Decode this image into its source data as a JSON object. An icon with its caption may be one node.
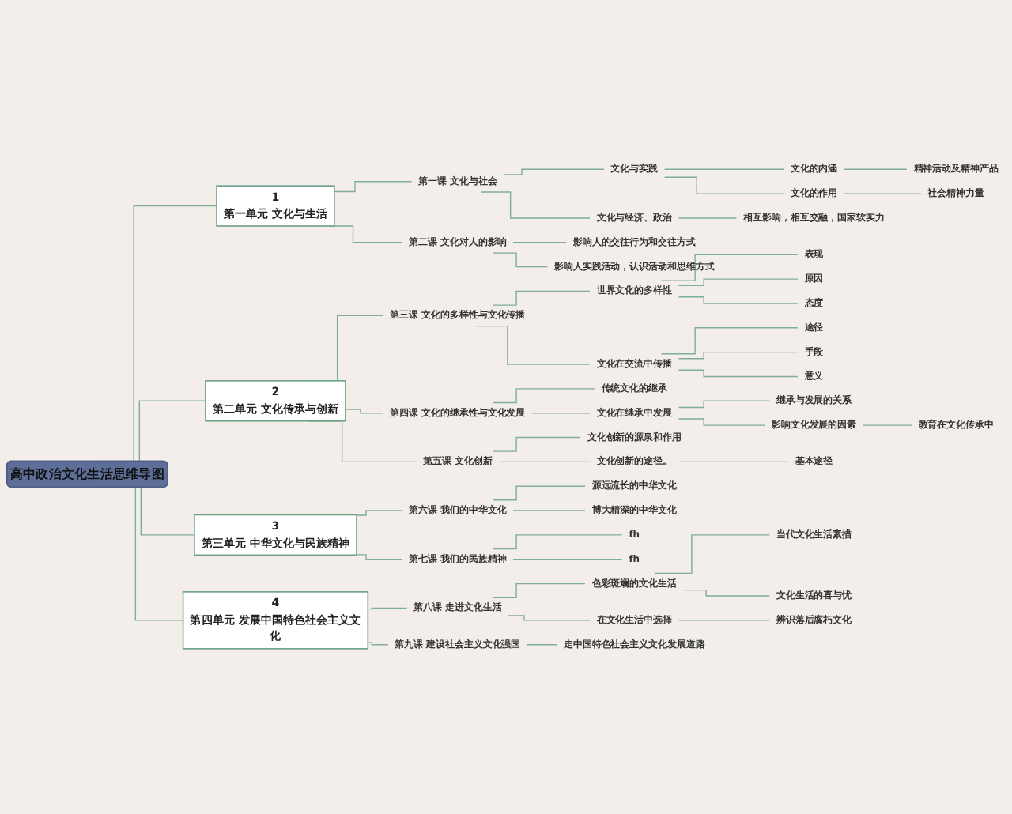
{
  "diagram": {
    "nodes": [
      {
        "text": [
          "高中政治文化生活思维导图"
        ]
      },
      {
        "text": [
          "1",
          "第一单元 文化与生活"
        ]
      },
      {
        "text": [
          "第一课 文化与社会"
        ]
      },
      {
        "text": [
          "文化与实践"
        ]
      },
      {
        "text": [
          "文化的内涵"
        ]
      },
      {
        "text": [
          "精神活动及精神产品"
        ]
      },
      {
        "text": [
          "文化的作用"
        ]
      },
      {
        "text": [
          "社会精神力量"
        ]
      },
      {
        "text": [
          "文化与经济、政治"
        ]
      },
      {
        "text": [
          "相互影响，相互交融，国家软实力"
        ]
      },
      {
        "text": [
          "第二课 文化对人的影响"
        ]
      },
      {
        "text": [
          "影响人的交往行为和交往方式"
        ]
      },
      {
        "text": [
          "影响人实践活动，认识活动和思维方式"
        ]
      },
      {
        "text": [
          "2",
          "第二单元 文化传承与创新"
        ]
      },
      {
        "text": [
          "第三课 文化的多样性与文化传播"
        ]
      },
      {
        "text": [
          "世界文化的多样性"
        ]
      },
      {
        "text": [
          "表现"
        ]
      },
      {
        "text": [
          "原因"
        ]
      },
      {
        "text": [
          "态度"
        ]
      },
      {
        "text": [
          "文化在交流中传播"
        ]
      },
      {
        "text": [
          "途径"
        ]
      },
      {
        "text": [
          "手段"
        ]
      },
      {
        "text": [
          "意义"
        ]
      },
      {
        "text": [
          "第四课 文化的继承性与文化发展"
        ]
      },
      {
        "text": [
          "传统文化的继承"
        ]
      },
      {
        "text": [
          "文化在继承中发展"
        ]
      },
      {
        "text": [
          "继承与发展的关系"
        ]
      },
      {
        "text": [
          "影响文化发展的因素"
        ]
      },
      {
        "text": [
          "教育在文化传承中"
        ]
      },
      {
        "text": [
          "第五课 文化创新"
        ]
      },
      {
        "text": [
          "文化创新的源泉和作用"
        ]
      },
      {
        "text": [
          "文化创新的途径。"
        ]
      },
      {
        "text": [
          "基本途径"
        ]
      },
      {
        "text": [
          "3",
          "第三单元 中华文化与民族精神"
        ]
      },
      {
        "text": [
          "第六课 我们的中华文化"
        ]
      },
      {
        "text": [
          "源远流长的中华文化"
        ]
      },
      {
        "text": [
          "博大精深的中华文化"
        ]
      },
      {
        "text": [
          "第七课 我们的民族精神"
        ]
      },
      {
        "text": [
          "fh"
        ]
      },
      {
        "text": [
          "fh"
        ]
      },
      {
        "text": [
          "4",
          "第四单元 发展中国特色社会主义文化"
        ]
      },
      {
        "text": [
          "第八课 走进文化生活"
        ]
      },
      {
        "text": [
          "色彩斑斓的文化生活"
        ]
      },
      {
        "text": [
          "当代文化生活素描"
        ]
      },
      {
        "text": [
          "文化生活的喜与忧"
        ]
      },
      {
        "text": [
          "在文化生活中选择"
        ]
      },
      {
        "text": [
          "辨识落后腐朽文化"
        ]
      },
      {
        "text": [
          "第九课 建设社会主义文化强国"
        ]
      },
      {
        "text": [
          "走中国特色社会主义文化发展道路"
        ]
      }
    ],
    "edges": [
      {
        "from": 0,
        "to": 1,
        "arrow": "none"
      },
      {
        "from": 1,
        "to": 2,
        "arrow": "none"
      },
      {
        "from": 2,
        "to": 3,
        "arrow": "none"
      },
      {
        "from": 3,
        "to": 4,
        "arrow": "none"
      },
      {
        "from": 4,
        "to": 5,
        "arrow": "none"
      },
      {
        "from": 3,
        "to": 6,
        "arrow": "none"
      },
      {
        "from": 6,
        "to": 7,
        "arrow": "none"
      },
      {
        "from": 2,
        "to": 8,
        "arrow": "none"
      },
      {
        "from": 8,
        "to": 9,
        "arrow": "none"
      },
      {
        "from": 1,
        "to": 10,
        "arrow": "none"
      },
      {
        "from": 10,
        "to": 11,
        "arrow": "none"
      },
      {
        "from": 10,
        "to": 12,
        "arrow": "none"
      },
      {
        "from": 0,
        "to": 13,
        "arrow": "none"
      },
      {
        "from": 13,
        "to": 14,
        "arrow": "none"
      },
      {
        "from": 14,
        "to": 15,
        "arrow": "none"
      },
      {
        "from": 15,
        "to": 16,
        "arrow": "none"
      },
      {
        "from": 15,
        "to": 17,
        "arrow": "none"
      },
      {
        "from": 15,
        "to": 18,
        "arrow": "none"
      },
      {
        "from": 14,
        "to": 19,
        "arrow": "none"
      },
      {
        "from": 19,
        "to": 20,
        "arrow": "none"
      },
      {
        "from": 19,
        "to": 21,
        "arrow": "none"
      },
      {
        "from": 19,
        "to": 22,
        "arrow": "none"
      },
      {
        "from": 13,
        "to": 23,
        "arrow": "none"
      },
      {
        "from": 23,
        "to": 24,
        "arrow": "none"
      },
      {
        "from": 23,
        "to": 25,
        "arrow": "none"
      },
      {
        "from": 25,
        "to": 26,
        "arrow": "none"
      },
      {
        "from": 25,
        "to": 27,
        "arrow": "none"
      },
      {
        "from": 27,
        "to": 28,
        "arrow": "none"
      },
      {
        "from": 13,
        "to": 29,
        "arrow": "none"
      },
      {
        "from": 29,
        "to": 30,
        "arrow": "none"
      },
      {
        "from": 29,
        "to": 31,
        "arrow": "none"
      },
      {
        "from": 31,
        "to": 32,
        "arrow": "none"
      },
      {
        "from": 0,
        "to": 33,
        "arrow": "none"
      },
      {
        "from": 33,
        "to": 34,
        "arrow": "none"
      },
      {
        "from": 34,
        "to": 35,
        "arrow": "none"
      },
      {
        "from": 34,
        "to": 36,
        "arrow": "none"
      },
      {
        "from": 33,
        "to": 37,
        "arrow": "none"
      },
      {
        "from": 37,
        "to": 38,
        "arrow": "none"
      },
      {
        "from": 37,
        "to": 39,
        "arrow": "none"
      },
      {
        "from": 0,
        "to": 40,
        "arrow": "none"
      },
      {
        "from": 40,
        "to": 41,
        "arrow": "none"
      },
      {
        "from": 41,
        "to": 42,
        "arrow": "none"
      },
      {
        "from": 42,
        "to": 43,
        "arrow": "none"
      },
      {
        "from": 42,
        "to": 44,
        "arrow": "none"
      },
      {
        "from": 41,
        "to": 45,
        "arrow": "none"
      },
      {
        "from": 45,
        "to": 46,
        "arrow": "none"
      },
      {
        "from": 40,
        "to": 47,
        "arrow": "none"
      },
      {
        "from": 47,
        "to": 48,
        "arrow": "none"
      }
    ]
  }
}
